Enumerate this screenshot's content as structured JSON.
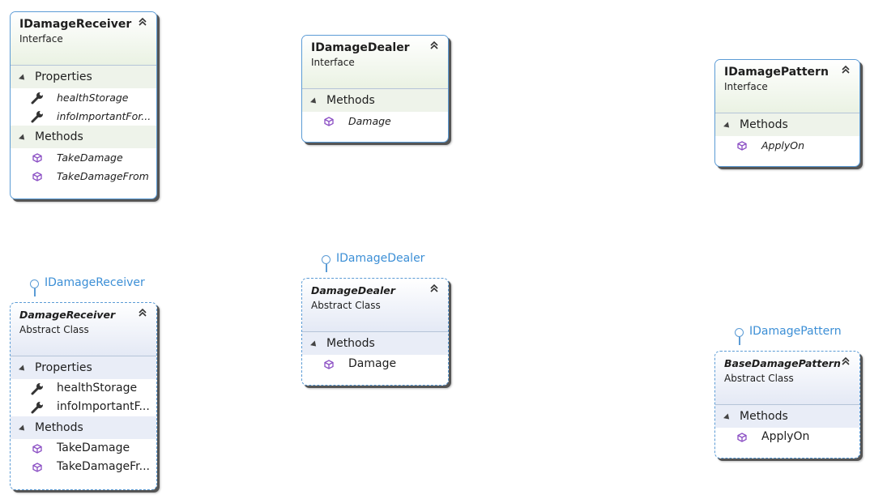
{
  "colors": {
    "border": "#5b9bd5",
    "interface_header": "#eaf2e3",
    "abstract_header": "#e4e9f5",
    "lollipop": "#3c8fd6"
  },
  "boxes": {
    "idamagereceiver": {
      "title": "IDamageReceiver",
      "kind": "Interface",
      "sections": [
        {
          "label": "Properties",
          "members": [
            {
              "name": "healthStorage",
              "icon": "wrench-icon"
            },
            {
              "name": "infoImportantFor...",
              "icon": "wrench-icon"
            }
          ]
        },
        {
          "label": "Methods",
          "members": [
            {
              "name": "TakeDamage",
              "icon": "method-cube-icon"
            },
            {
              "name": "TakeDamageFrom",
              "icon": "method-cube-icon"
            }
          ]
        }
      ]
    },
    "idamagedealer": {
      "title": "IDamageDealer",
      "kind": "Interface",
      "sections": [
        {
          "label": "Methods",
          "members": [
            {
              "name": "Damage",
              "icon": "method-cube-icon"
            }
          ]
        }
      ]
    },
    "idamagepattern": {
      "title": "IDamagePattern",
      "kind": "Interface",
      "sections": [
        {
          "label": "Methods",
          "members": [
            {
              "name": "ApplyOn",
              "icon": "method-cube-icon"
            }
          ]
        }
      ]
    },
    "damagereceiver": {
      "title": "DamageReceiver",
      "kind": "Abstract Class",
      "implements": "IDamageReceiver",
      "sections": [
        {
          "label": "Properties",
          "members": [
            {
              "name": "healthStorage",
              "icon": "wrench-icon"
            },
            {
              "name": "infoImportantF...",
              "icon": "wrench-icon"
            }
          ]
        },
        {
          "label": "Methods",
          "members": [
            {
              "name": "TakeDamage",
              "icon": "method-cube-icon"
            },
            {
              "name": "TakeDamageFr...",
              "icon": "method-cube-icon"
            }
          ]
        }
      ]
    },
    "damagedealer": {
      "title": "DamageDealer",
      "kind": "Abstract Class",
      "implements": "IDamageDealer",
      "sections": [
        {
          "label": "Methods",
          "members": [
            {
              "name": "Damage",
              "icon": "method-cube-icon"
            }
          ]
        }
      ]
    },
    "basedamagepattern": {
      "title": "BaseDamagePattern",
      "kind": "Abstract Class",
      "implements": "IDamagePattern",
      "sections": [
        {
          "label": "Methods",
          "members": [
            {
              "name": "ApplyOn",
              "icon": "method-cube-icon"
            }
          ]
        }
      ]
    }
  }
}
